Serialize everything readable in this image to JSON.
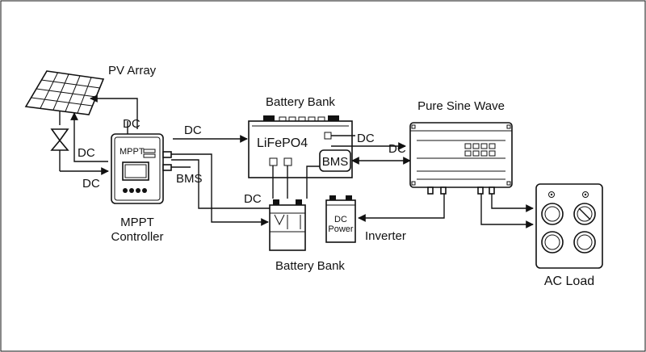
{
  "labels": {
    "pv_array": "PV Array",
    "dc_pv_top": "DC",
    "dc_pv_mid": "DC",
    "dc_pv_low": "DC",
    "mppt_tag": "MPPT",
    "mppt_name_1": "MPPT",
    "mppt_name_2": "Controller",
    "dc_to_bank": "DC",
    "bms_wire": "BMS",
    "dc_small_bank": "DC",
    "bank_title": "Battery Bank",
    "lifepo4": "LiFePO4",
    "bms": "BMS",
    "dc_bank_right": "DC",
    "dc_bank_arrow": "DC",
    "inverter_title": "Pure Sine Wave",
    "dc_power_1": "DC",
    "dc_power_2": "Power",
    "inverter": "Inverter",
    "small_bank": "Battery Bank",
    "ac_load": "AC Load"
  },
  "colors": {
    "line": "#111111",
    "background": "#ffffff"
  }
}
